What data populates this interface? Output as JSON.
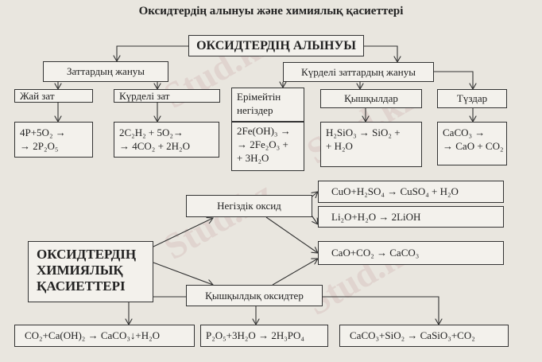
{
  "title": "Оксидтердің алынуы және химиялық қасиеттері",
  "preparation": {
    "root": "ОКСИДТЕРДІҢ АЛЫНУЫ",
    "burning_substances": "Заттардың жануы",
    "burning_complex": "Күрделі заттардың жануы",
    "simple": {
      "label": "Жай зат",
      "lines": [
        "4P+5O₂ →",
        "→ 2P₂O₅"
      ]
    },
    "complex": {
      "label": "Күрделі зат",
      "lines": [
        "2C₂H₂ + 5O₂→",
        "→ 4CO₂ + 2H₂O"
      ]
    },
    "insoluble_bases": {
      "label_lines": [
        "Ерімейтін",
        "негіздер"
      ],
      "lines": [
        "2Fe(OH)₃ →",
        "→ 2Fe₂O₃ +",
        "+ 3H₂O"
      ]
    },
    "acids": {
      "label": "Қышқылдар",
      "lines": [
        "H₂SiO₃ → SiO₂ +",
        "+ H₂O"
      ]
    },
    "salts": {
      "label": "Түздар",
      "lines": [
        "CaCO₃ →",
        "→ CaO + CO₂"
      ]
    }
  },
  "properties": {
    "root_lines": [
      "ОКСИДТЕРДІҢ",
      "ХИМИЯЛЫҚ",
      "ҚАСИЕТТЕРІ"
    ],
    "basic_oxide": "Негіздік оксид",
    "acidic_oxides": "Қышқылдық оксидтер",
    "reactions": {
      "cuo": "CuO+H₂SO₄ → CuSO₄ + H₂O",
      "li2o": "Li₂O+H₂O → 2LiOH",
      "cao": "CaO+CO₂ → CaCO₃",
      "co2": "CO₂+Ca(OH)₂ → CaCO₃↓+H₂O",
      "p2o5": "P₂O₅+3H₂O → 2H₃PO₄",
      "caco3": "CaCO₃+SiO₂ → CaSiO₃+CO₂"
    }
  },
  "watermark": "Stud.kz"
}
